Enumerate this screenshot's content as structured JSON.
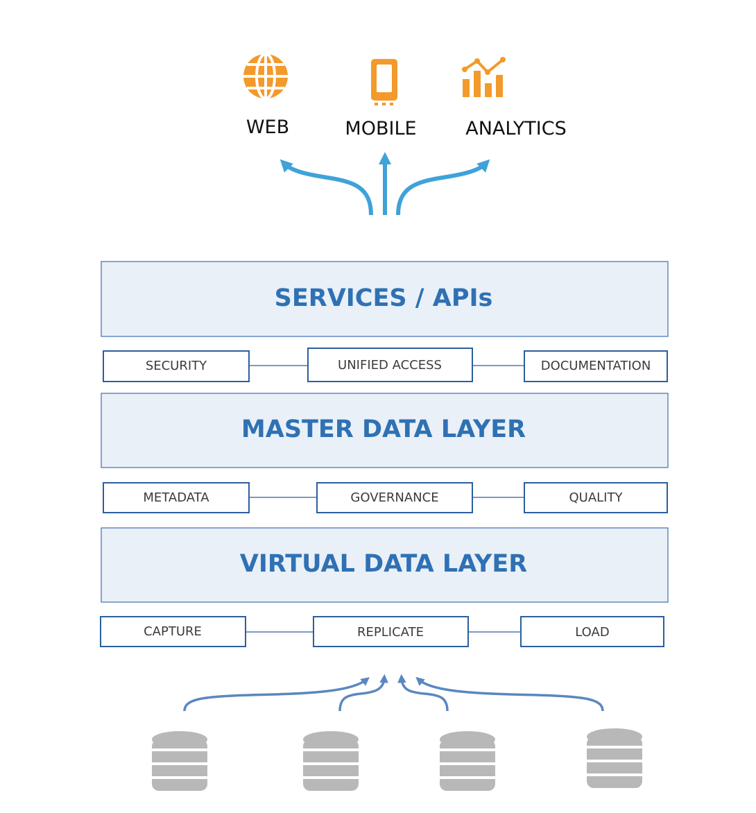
{
  "channels": [
    {
      "label": "WEB",
      "icon": "globe-icon"
    },
    {
      "label": "MOBILE",
      "icon": "mobile-phone-icon"
    },
    {
      "label": "ANALYTICS",
      "icon": "analytics-chart-icon"
    }
  ],
  "layers": {
    "services": "SERVICES / APIs",
    "master": "MASTER DATA LAYER",
    "virtual": "VIRTUAL DATA LAYER"
  },
  "capabilities": {
    "row1": [
      "SECURITY",
      "UNIFIED ACCESS",
      "DOCUMENTATION"
    ],
    "row2": [
      "METADATA",
      "GOVERNANCE",
      "QUALITY"
    ],
    "row3": [
      "CAPTURE",
      "REPLICATE",
      "LOAD"
    ]
  },
  "sources": [
    "database-icon",
    "database-icon",
    "database-icon",
    "database-icon"
  ],
  "colors": {
    "icon_orange": "#f39a2b",
    "output_arrow": "#3fa2d8",
    "input_arrow": "#5a87bf",
    "layer_title": "#2f71b3",
    "layer_fill": "#e9f0f8",
    "box_border": "#2b5e9e",
    "database_gray": "#b8b8b8"
  }
}
